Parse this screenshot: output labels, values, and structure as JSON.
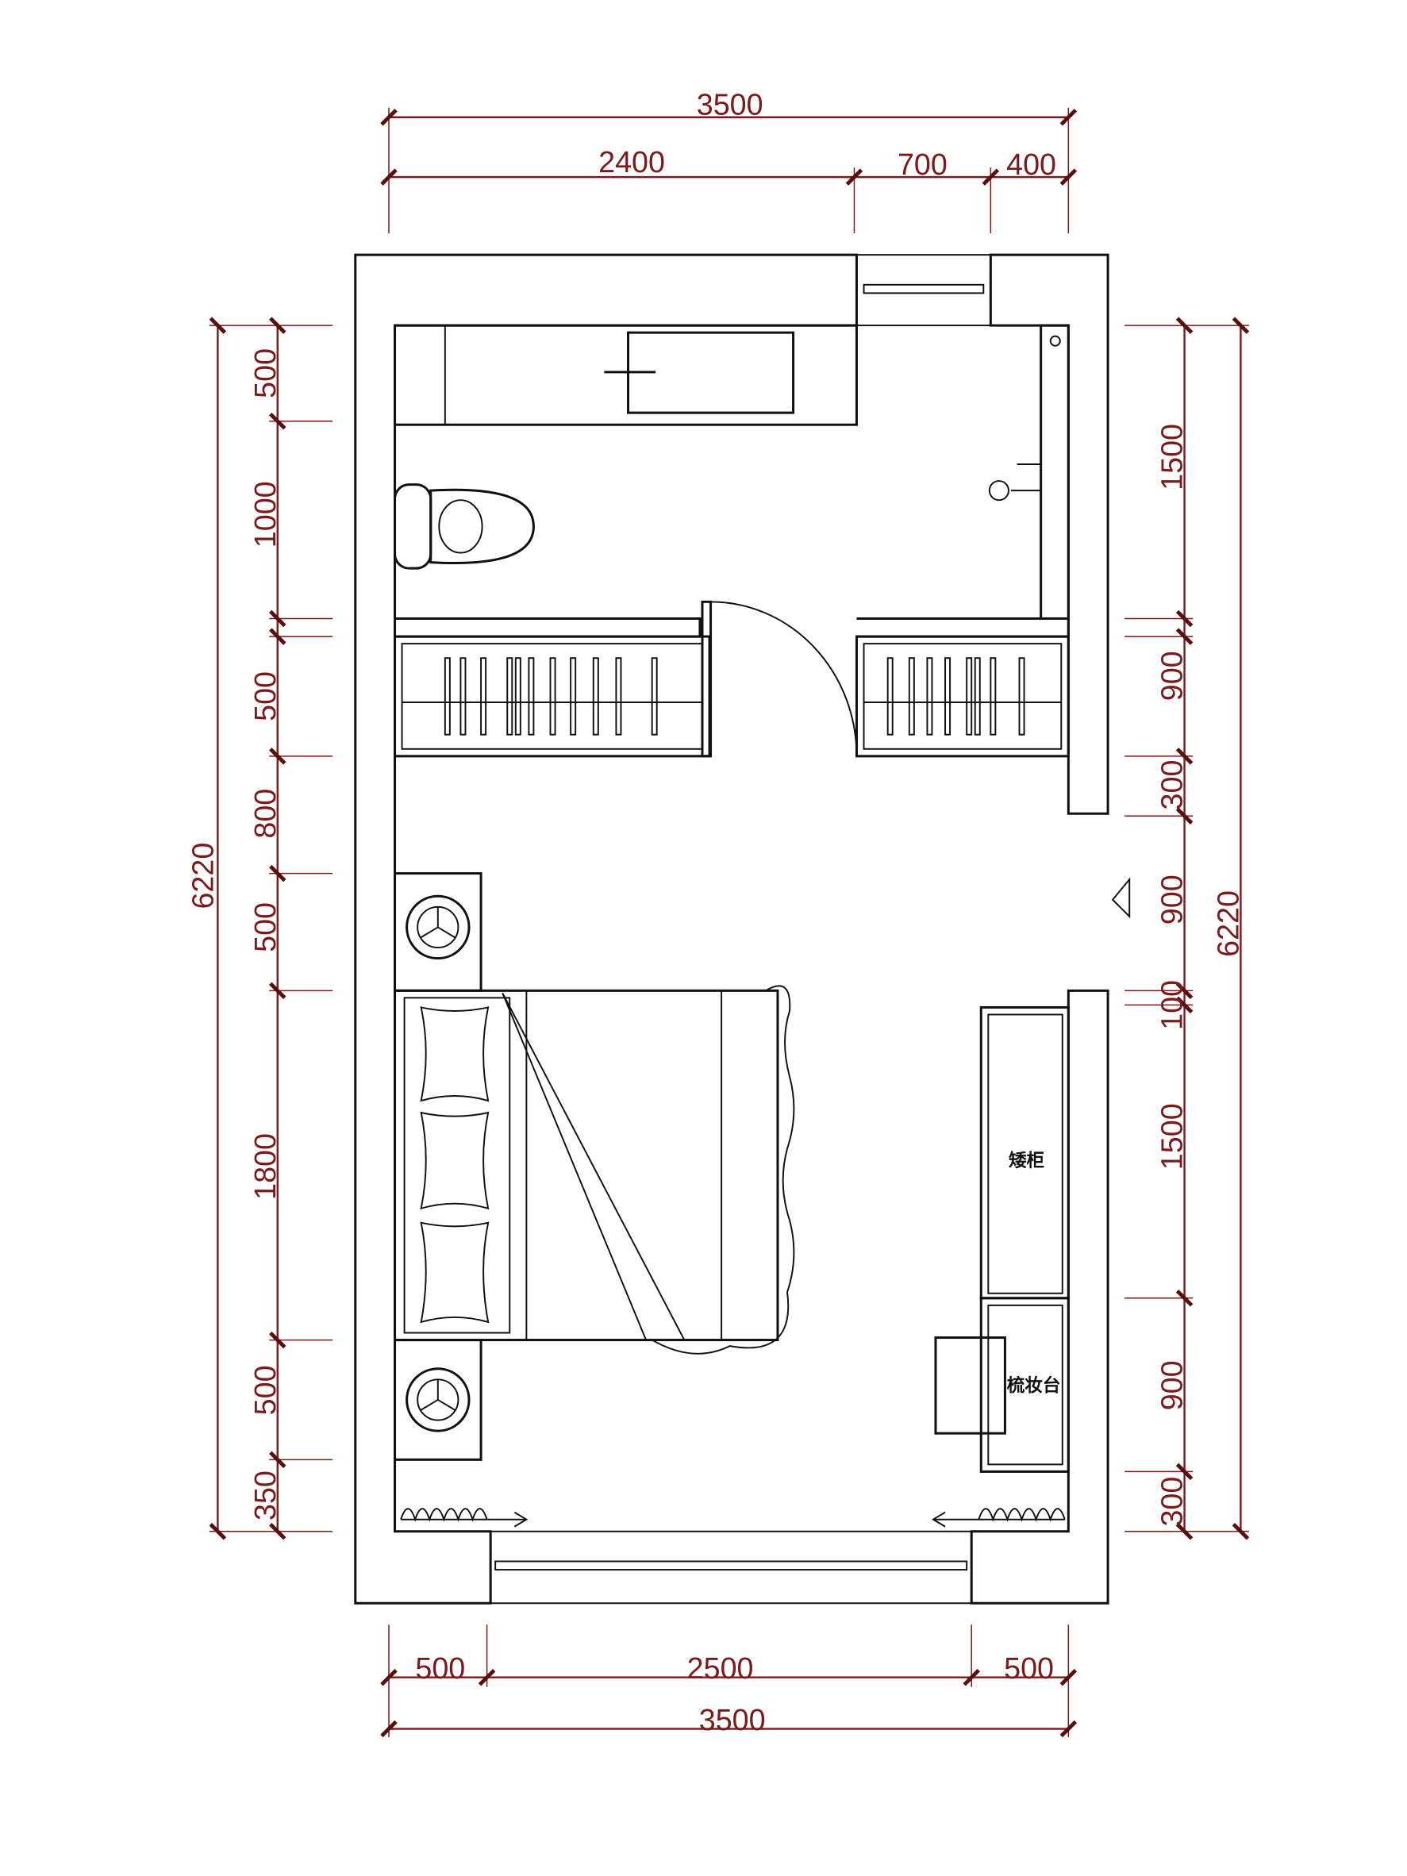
{
  "colors": {
    "dimension": "#7a1a1a",
    "wall_line": "#111111",
    "background": "#ffffff"
  },
  "dimensions": {
    "top_total": "3500",
    "top_segments": [
      "2400",
      "700",
      "400"
    ],
    "bottom_segments": [
      "500",
      "2500",
      "500"
    ],
    "bottom_total": "3500",
    "left_total": "6220",
    "left_segments": [
      "500",
      "1000",
      "500",
      "800",
      "500",
      "1800",
      "500",
      "350"
    ],
    "right_total": "6220",
    "right_segments": [
      "1500",
      "900",
      "300",
      "900",
      "100",
      "1500",
      "900",
      "300"
    ]
  },
  "furniture": {
    "cabinet_label": "矮柜",
    "dresser_label": "梳妆台"
  }
}
